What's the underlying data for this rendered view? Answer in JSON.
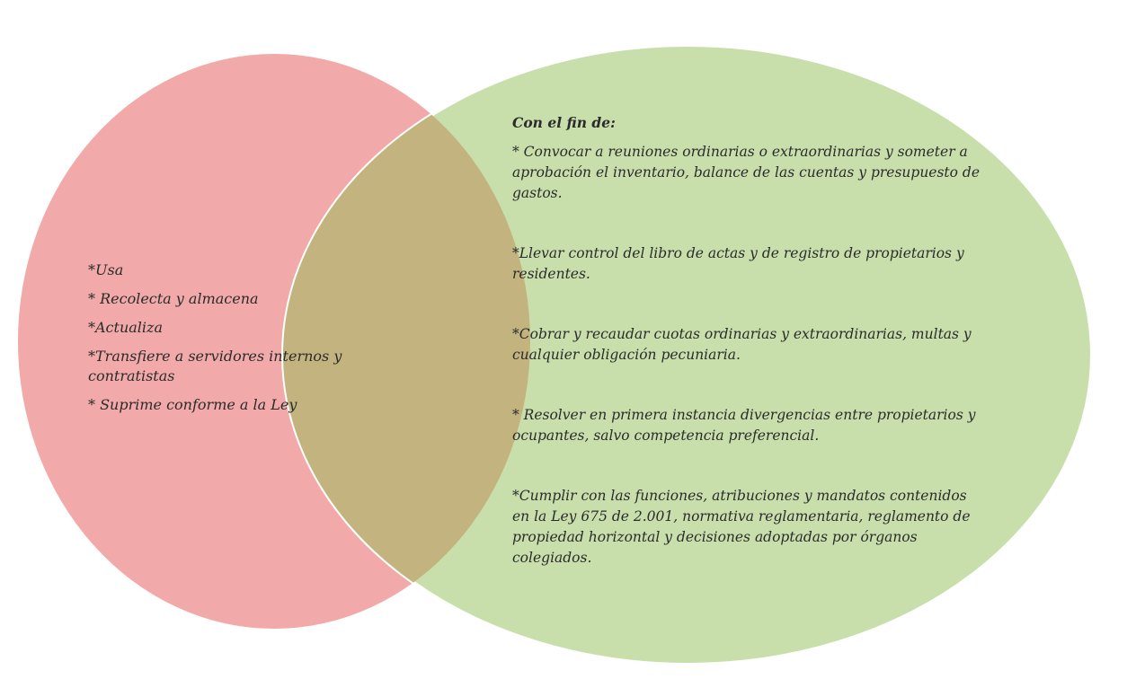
{
  "colors": {
    "left_circle": "#f2a9a9",
    "right_circle": "#c8dfac",
    "overlap": "#c3b47f",
    "outline": "#ffffff",
    "text": "#2b2b2b"
  },
  "left_set": {
    "items": [
      "*Usa",
      "* Recolecta y almacena",
      "*Actualiza",
      "*Transfiere a servidores internos y contratistas",
      "* Suprime conforme a la Ley"
    ]
  },
  "right_set": {
    "heading": "Con el fin de:",
    "items": [
      "* Convocar a reuniones ordinarias o extraordinarias y someter a aprobación el inventario, balance de las cuentas y presupuesto de gastos.",
      "*Llevar control del libro de actas y de registro de propietarios y residentes.",
      "*Cobrar y recaudar cuotas ordinarias y extraordinarias, multas y cualquier obligación pecuniaria.",
      "* Resolver en primera instancia divergencias entre propietarios y ocupantes, salvo competencia preferencial.",
      "*Cumplir con las funciones, atribuciones y mandatos contenidos en la Ley 675 de 2.001, normativa reglamentaria, reglamento de propiedad horizontal y decisiones adoptadas por órganos colegiados."
    ]
  }
}
